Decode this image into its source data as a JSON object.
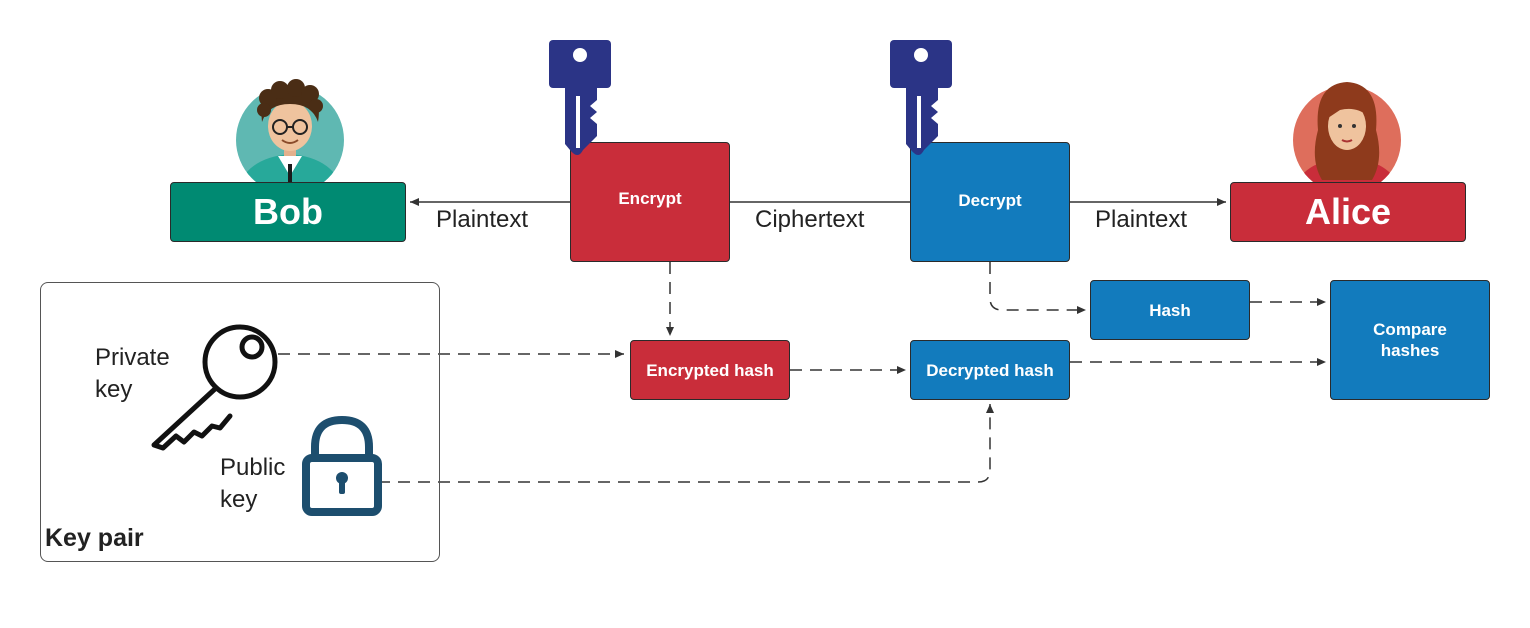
{
  "actors": {
    "sender": "Bob",
    "receiver": "Alice"
  },
  "nodes": {
    "encrypt": "Encrypt",
    "decrypt": "Decrypt",
    "encrypted_hash": "Encrypted hash",
    "decrypted_hash": "Decrypted hash",
    "hash": "Hash",
    "compare_hashes": "Compare hashes"
  },
  "edge_labels": {
    "plaintext_left": "Plaintext",
    "ciphertext": "Ciphertext",
    "plaintext_right": "Plaintext"
  },
  "key_pair": {
    "title": "Key pair",
    "private_key": "Private key",
    "public_key": "Public key"
  },
  "colors": {
    "red": "#c92d3a",
    "blue": "#127bbd",
    "green": "#008a72",
    "key_navy": "#2b3486",
    "lock_teal": "#1d4e6e"
  },
  "icons": [
    "bob-avatar-icon",
    "alice-avatar-icon",
    "encrypt-key-icon",
    "decrypt-key-icon",
    "private-key-icon",
    "public-key-lock-icon"
  ]
}
